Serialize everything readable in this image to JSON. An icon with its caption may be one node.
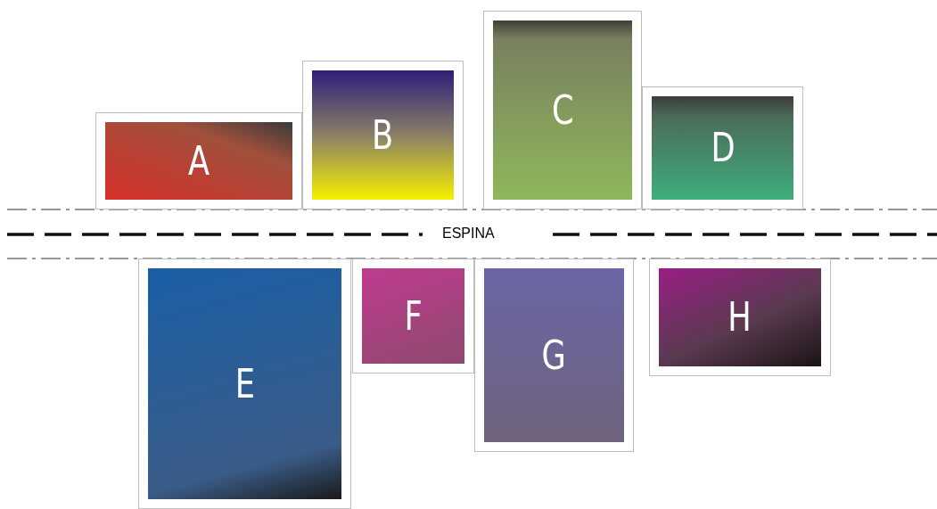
{
  "diagram": {
    "nodes": [
      {
        "text": [
          "A"
        ]
      },
      {
        "text": [
          "B"
        ]
      },
      {
        "text": [
          "C"
        ]
      },
      {
        "text": [
          "D"
        ]
      },
      {
        "text": [
          "E"
        ]
      },
      {
        "text": [
          "F"
        ]
      },
      {
        "text": [
          "G"
        ]
      },
      {
        "text": [
          "H"
        ]
      }
    ],
    "labels": [
      "ESPINA"
    ]
  }
}
